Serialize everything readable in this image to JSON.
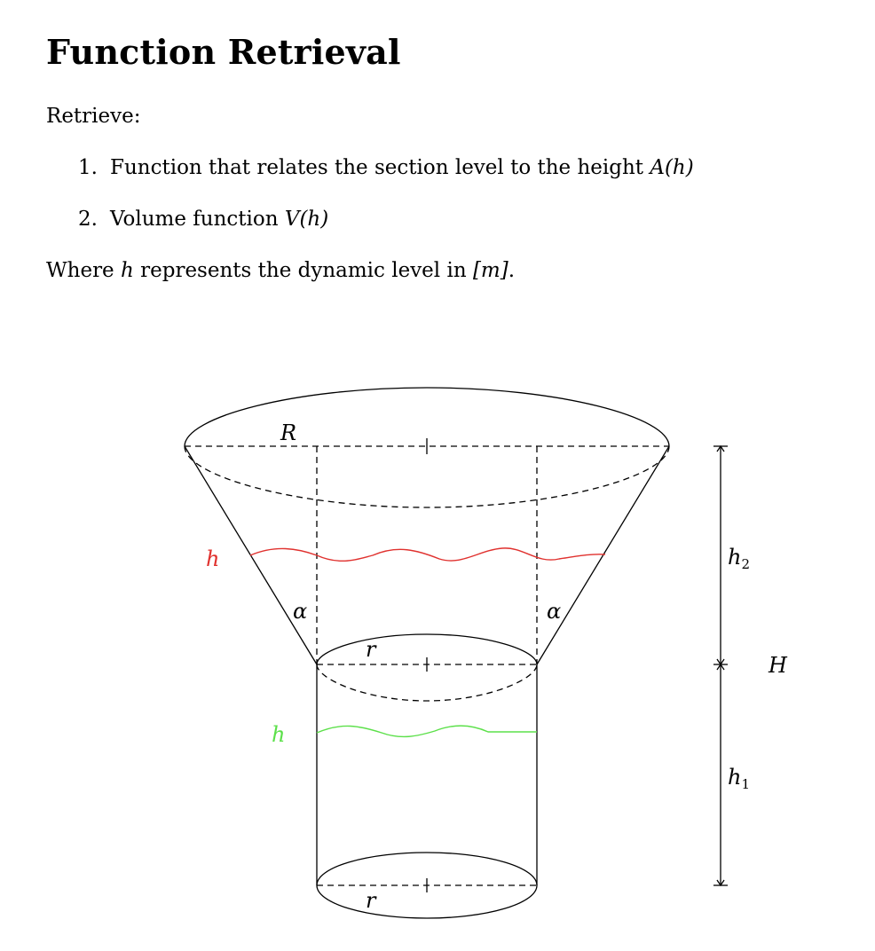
{
  "title": "Function Retrieval",
  "intro": "Retrieve:",
  "items": [
    {
      "number": "1.",
      "text": "Function that relates the section level to the height ",
      "math": "A(h)"
    },
    {
      "number": "2.",
      "text": "Volume function ",
      "math": "V(h)"
    }
  ],
  "where": {
    "prefix": "Where ",
    "var": "h",
    "middle": " represents the dynamic level in ",
    "unit": "[m]",
    "suffix": "."
  },
  "figure": {
    "labels": {
      "R": "R",
      "r_top": "r",
      "r_bottom": "r",
      "h_red": "h",
      "h_green": "h",
      "alpha_left": "α",
      "alpha_right": "α",
      "h2_base": "h",
      "h2_sub": "2",
      "h1_base": "h",
      "h1_sub": "1",
      "H": "H"
    },
    "colors": {
      "stroke": "#000000",
      "water_upper": "#e0312e",
      "water_lower": "#5ce04a"
    }
  }
}
